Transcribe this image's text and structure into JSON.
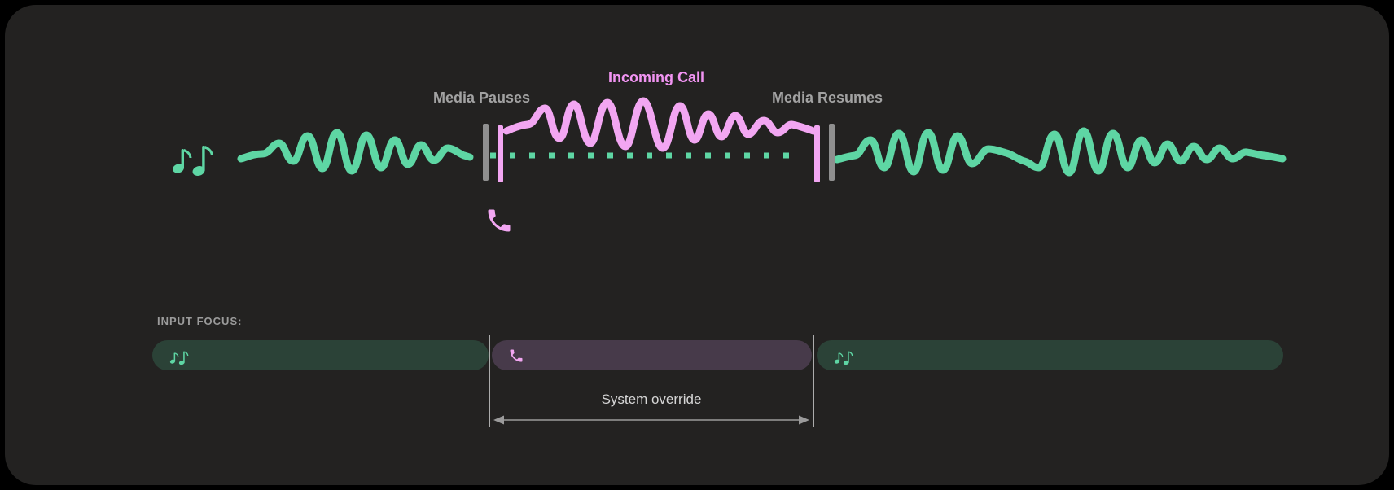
{
  "colors": {
    "page_background": "#000000",
    "card_background": "#232221",
    "media_green": "#5ed6a4",
    "media_green_dark": "#2b4237",
    "call_pink": "#f2a6f2",
    "call_pink_text": "#f194f2",
    "call_purple_dark": "#473a4a",
    "label_gray": "#a2a2a2",
    "pause_bar_gray": "#8f8f8f",
    "guide_line_gray": "#c4c4c4",
    "arrow_gray": "#9b9b9b",
    "override_text_gray": "#d6d6d6",
    "input_focus_label_gray": "#9b9b9b"
  },
  "timeline": {
    "media_pauses_label": "Media Pauses",
    "incoming_call_label": "Incoming Call",
    "media_resumes_label": "Media Resumes",
    "media_icon": "music-notes-icon",
    "call_icon": "phone-icon"
  },
  "input_focus": {
    "label": "INPUT FOCUS:",
    "annotation": "System override",
    "segments": [
      {
        "name": "media-before-call",
        "icon": "music-notes-icon"
      },
      {
        "name": "incoming-call",
        "icon": "phone-icon"
      },
      {
        "name": "media-after-call",
        "icon": "music-notes-icon"
      }
    ]
  }
}
